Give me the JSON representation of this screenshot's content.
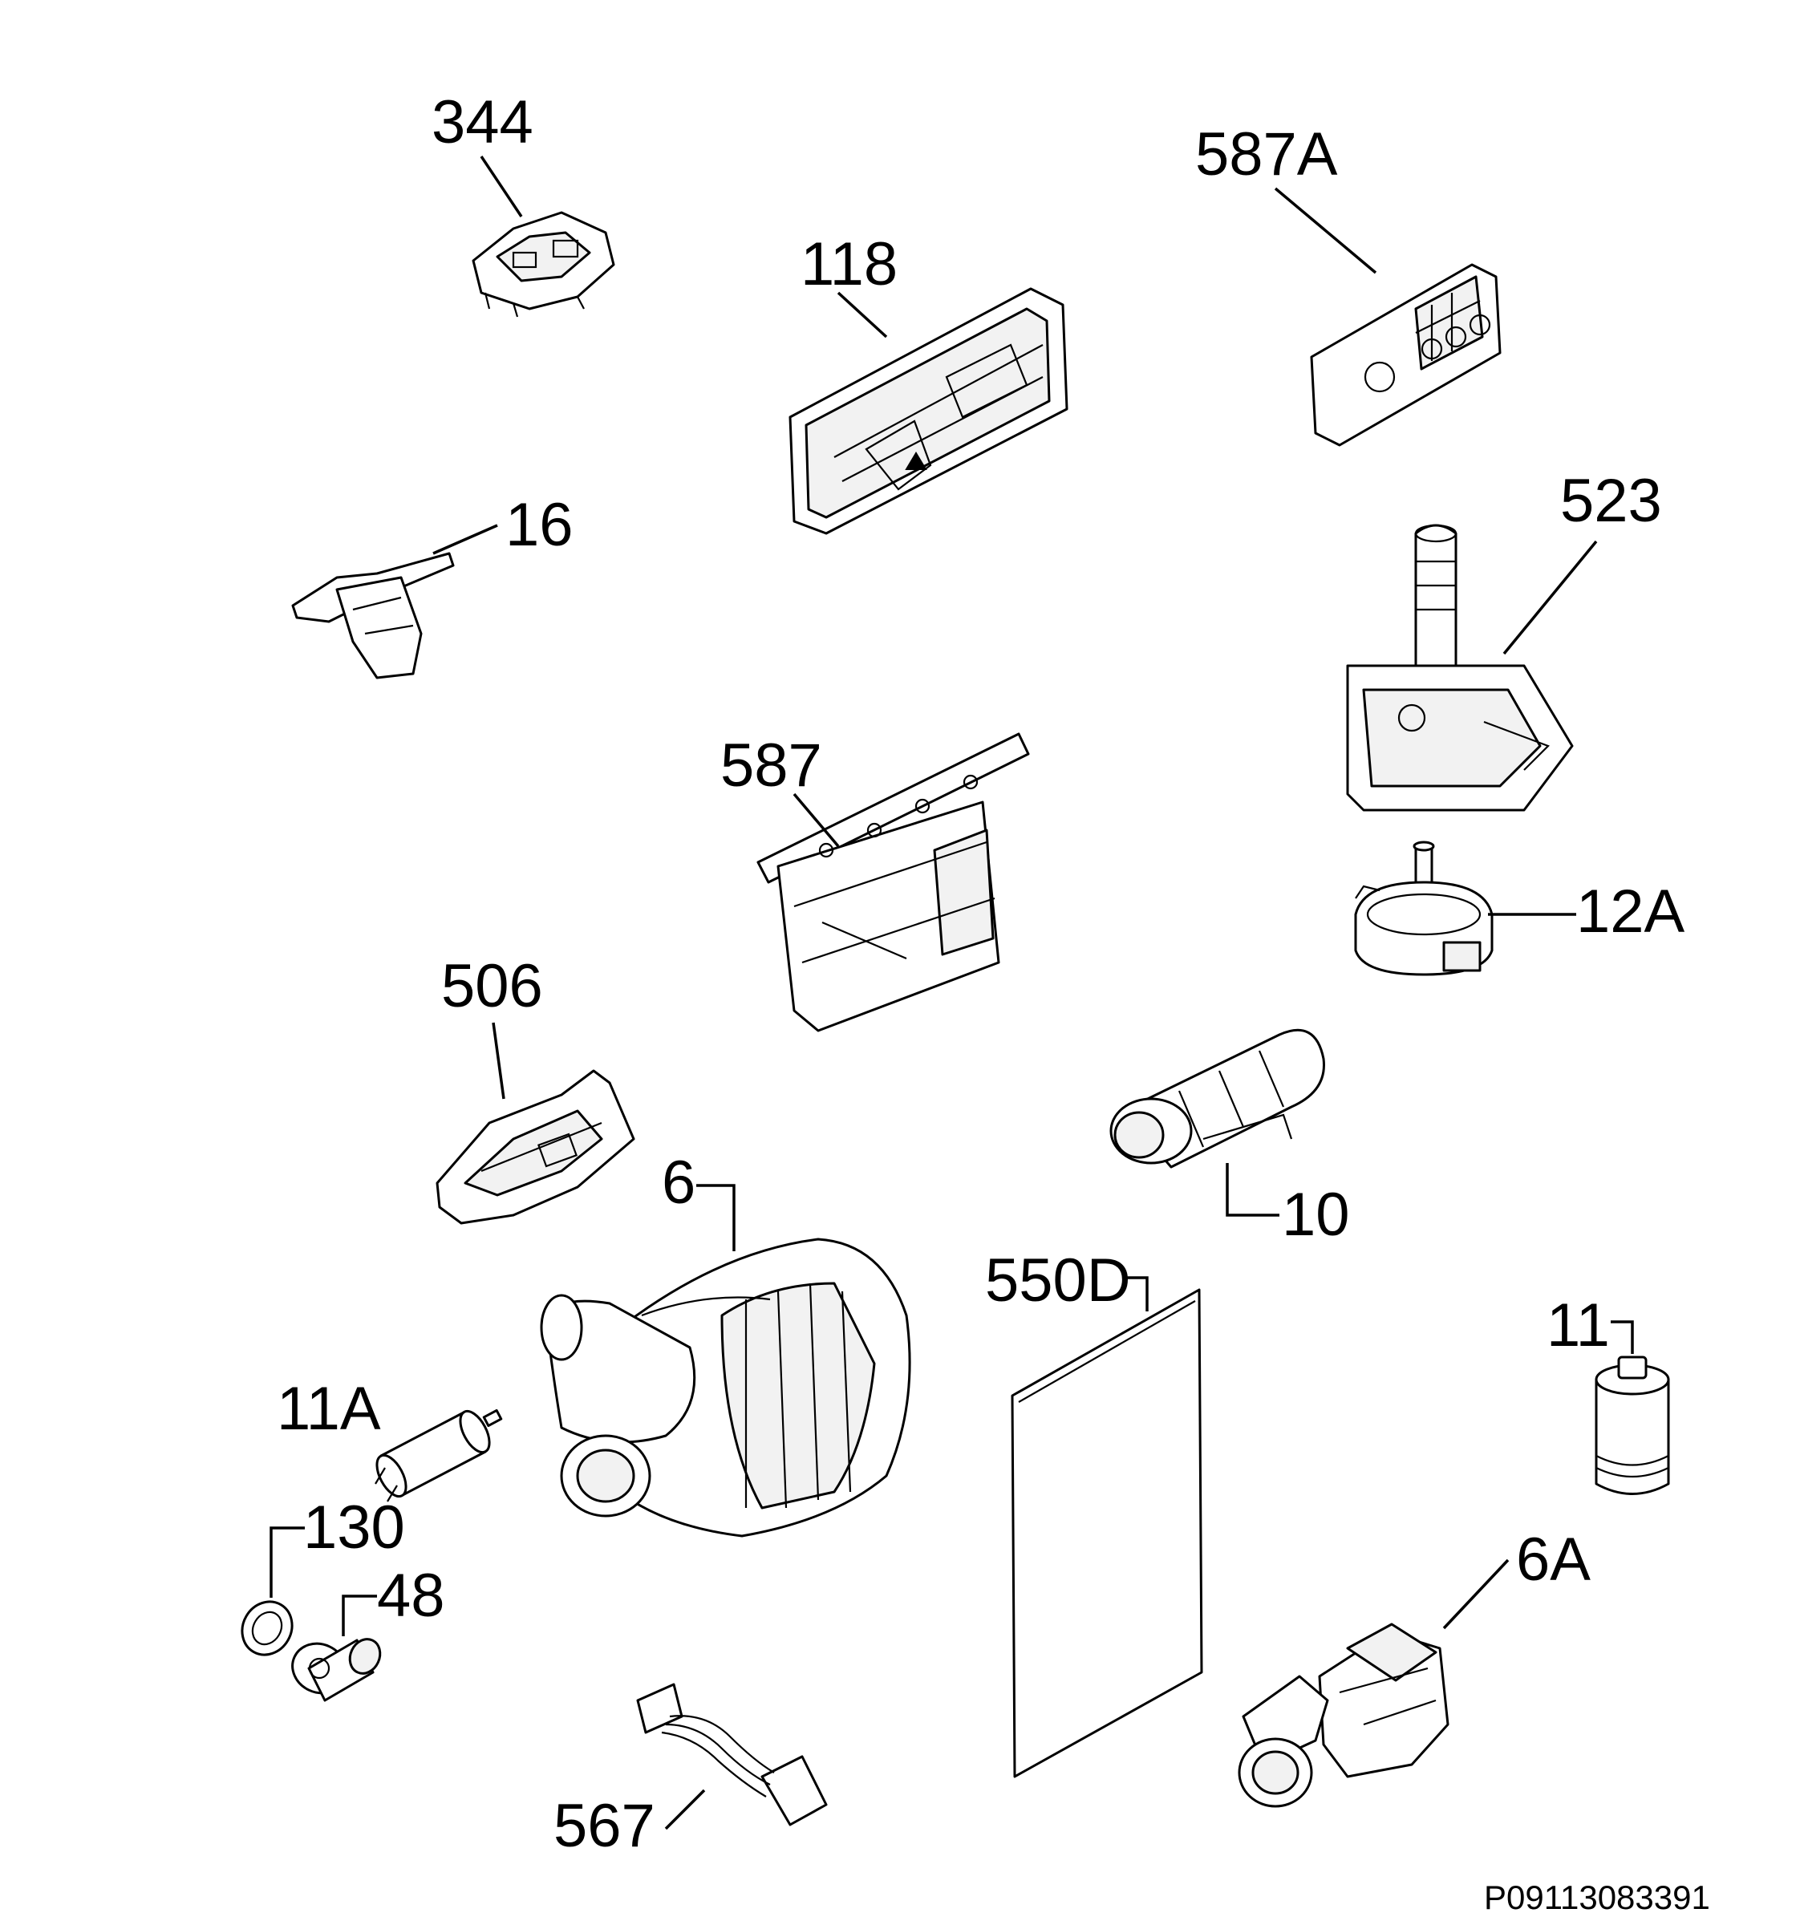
{
  "diagram": {
    "parts": [
      {
        "id": "344",
        "label": "344",
        "icon": "door-lock-icon"
      },
      {
        "id": "118",
        "label": "118",
        "icon": "control-board-icon"
      },
      {
        "id": "587A",
        "label": "587A",
        "icon": "control-panel-module-icon"
      },
      {
        "id": "16",
        "label": "16",
        "icon": "switch-icon"
      },
      {
        "id": "523",
        "label": "523",
        "icon": "flow-sensor-icon"
      },
      {
        "id": "587",
        "label": "587",
        "icon": "bracket-icon"
      },
      {
        "id": "12A",
        "label": "12A",
        "icon": "pressure-switch-icon"
      },
      {
        "id": "506",
        "label": "506",
        "icon": "dispenser-actuator-icon"
      },
      {
        "id": "10",
        "label": "10",
        "icon": "heater-icon"
      },
      {
        "id": "6",
        "label": "6",
        "icon": "circulation-pump-icon"
      },
      {
        "id": "550D",
        "label": "550D",
        "icon": "manual-sheet-icon"
      },
      {
        "id": "11",
        "label": "11",
        "icon": "capacitor-icon"
      },
      {
        "id": "11A",
        "label": "11A",
        "icon": "capacitor-small-icon"
      },
      {
        "id": "130",
        "label": "130",
        "icon": "seal-ring-icon"
      },
      {
        "id": "48",
        "label": "48",
        "icon": "plug-icon"
      },
      {
        "id": "6A",
        "label": "6A",
        "icon": "drain-pump-icon"
      },
      {
        "id": "567",
        "label": "567",
        "icon": "cable-harness-icon"
      }
    ],
    "code": "P09113083391"
  }
}
